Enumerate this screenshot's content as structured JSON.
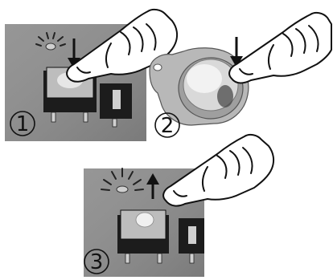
{
  "steps": [
    {
      "number": "1",
      "action": "press-down"
    },
    {
      "number": "2",
      "action": "touch-ibutton-key"
    },
    {
      "number": "3",
      "action": "release"
    }
  ],
  "colors": {
    "board": "#8e8e8e",
    "board_dark": "#7a7a7a",
    "switch_body": "#1c1c1c",
    "button_cap": "#e6e6e6",
    "key_fob": "#b8b8b8",
    "hand_fill": "#ffffff",
    "hand_stroke": "#111111"
  },
  "icons": [
    "down-arrow-icon",
    "up-arrow-icon",
    "led-blink-icon",
    "hand-icon",
    "ibutton-key-icon"
  ]
}
